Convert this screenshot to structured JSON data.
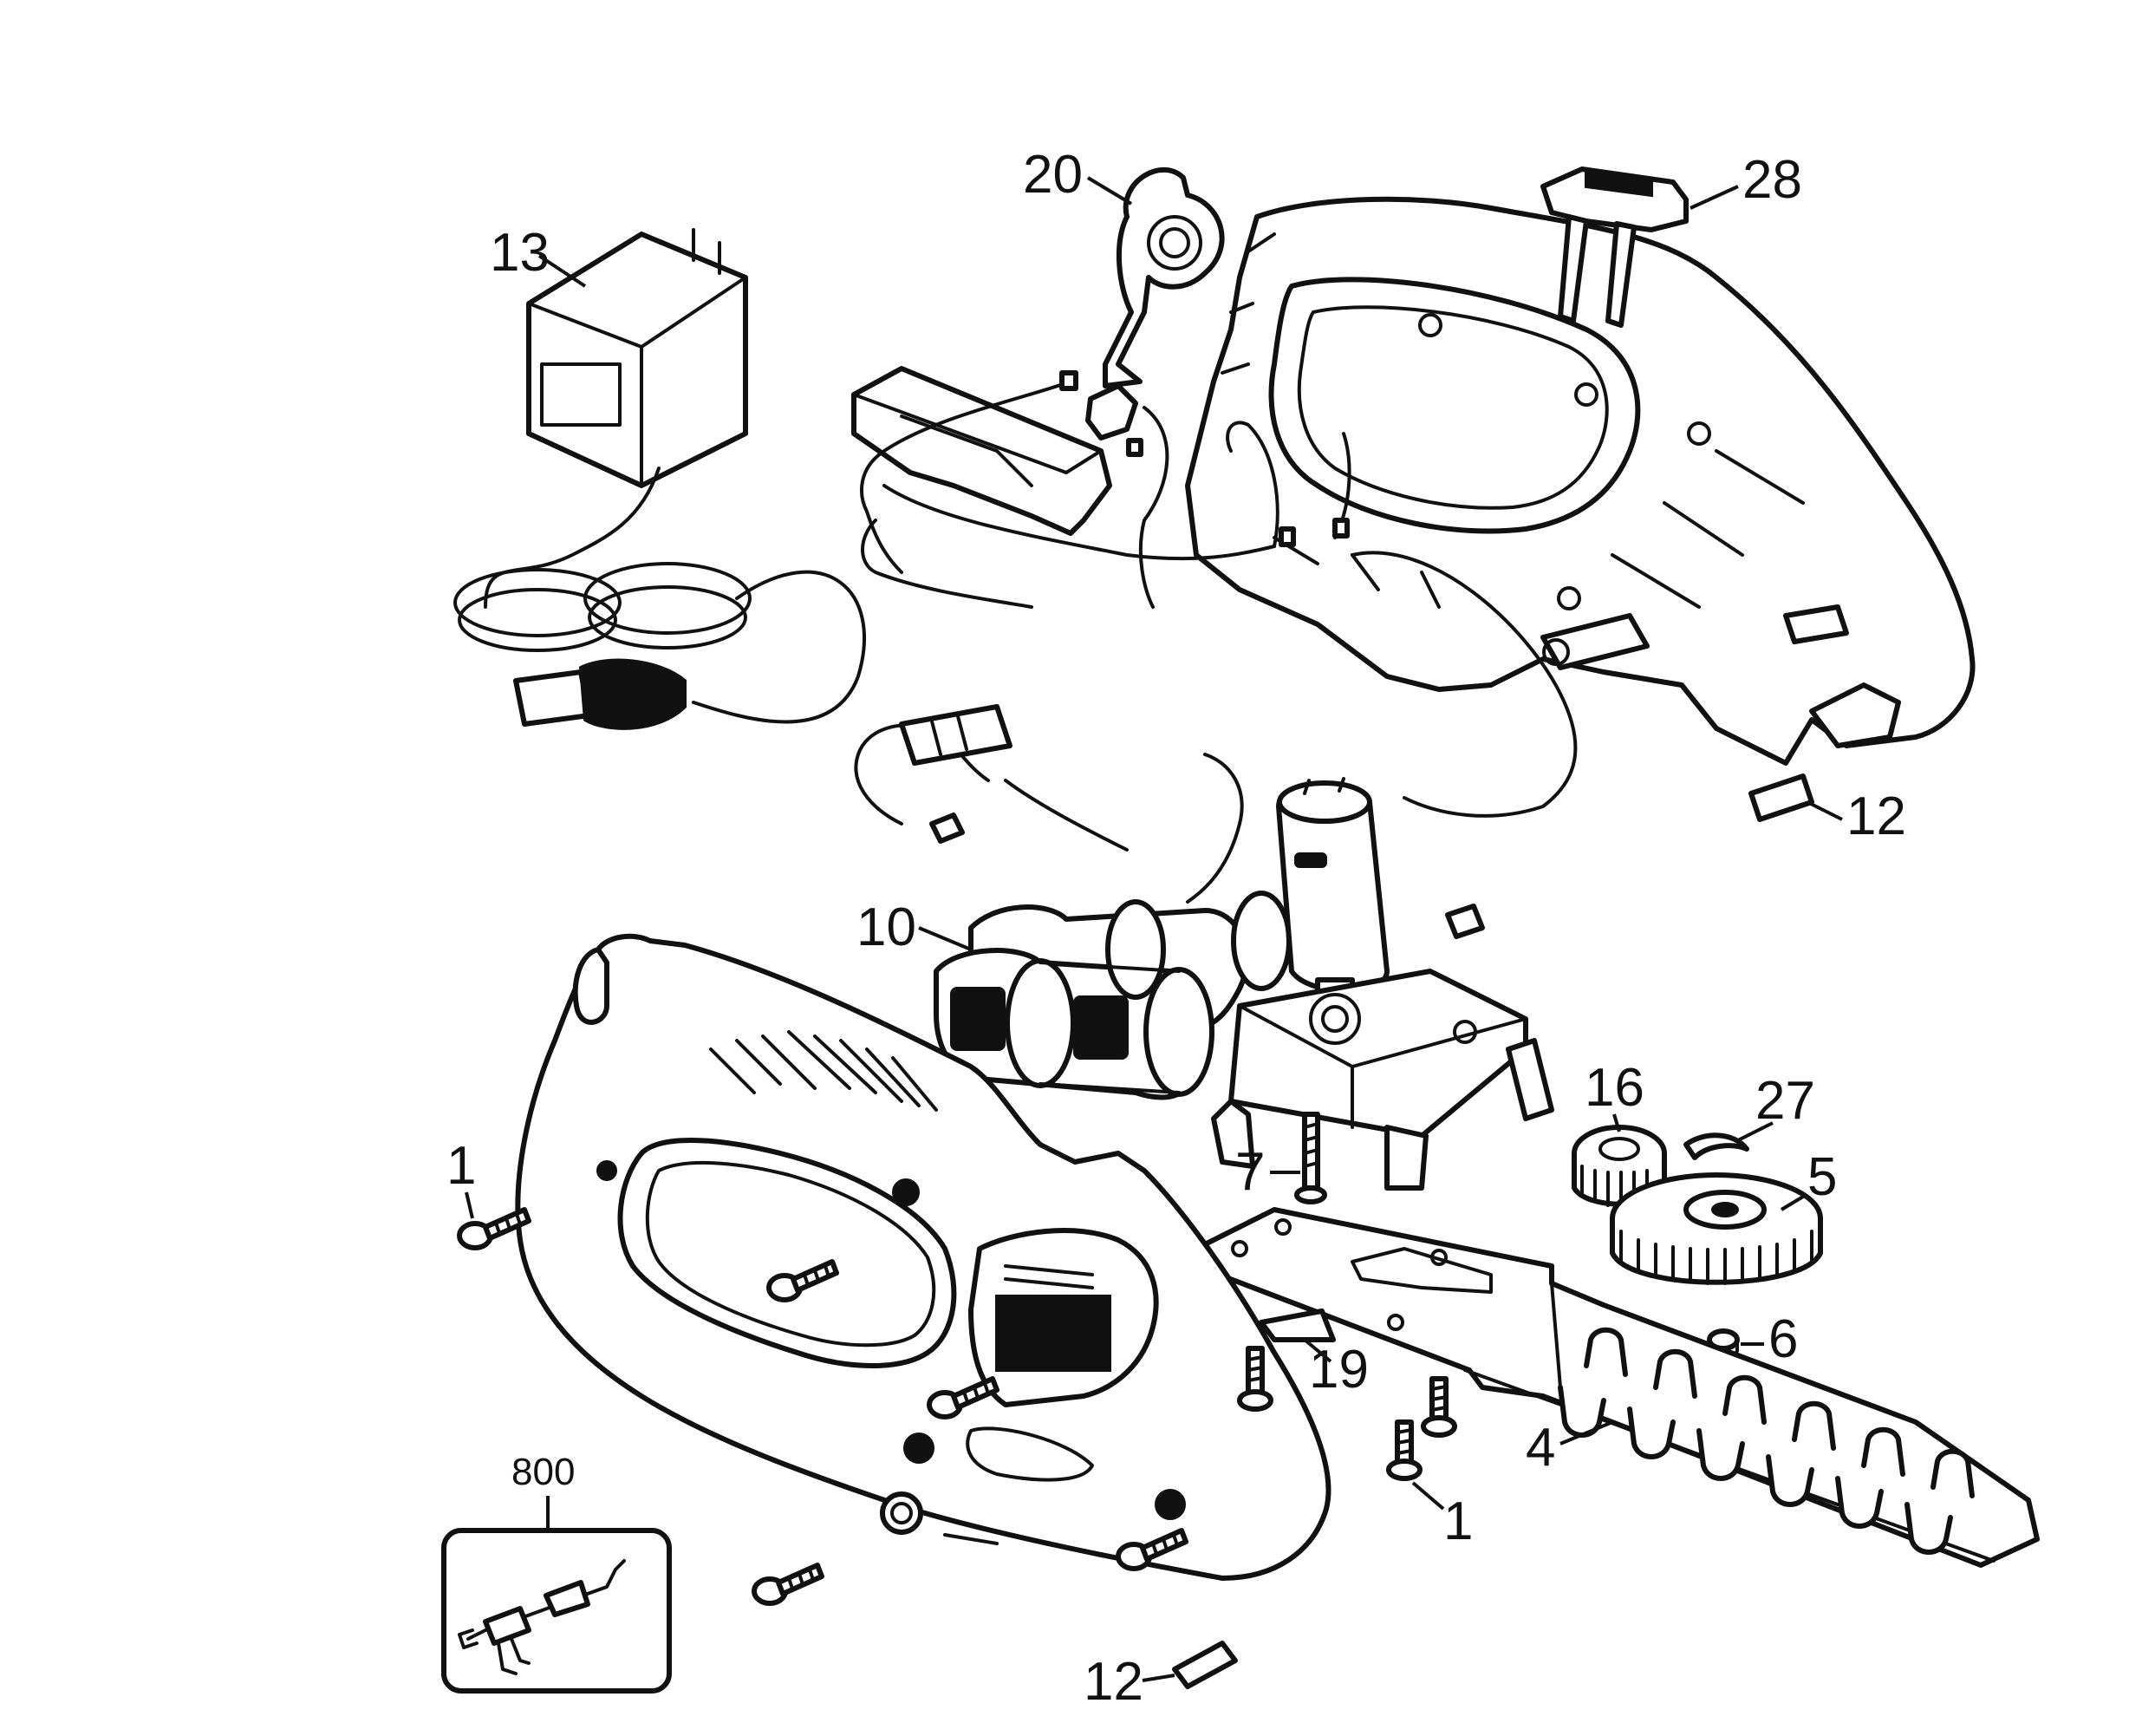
{
  "callouts": {
    "c1a": "1",
    "c1b": "1",
    "c4": "4",
    "c5": "5",
    "c6": "6",
    "c7": "7",
    "c10": "10",
    "c12a": "12",
    "c12b": "12",
    "c13": "13",
    "c16": "16",
    "c19": "19",
    "c20": "20",
    "c27": "27",
    "c28": "28",
    "c800": "800"
  }
}
